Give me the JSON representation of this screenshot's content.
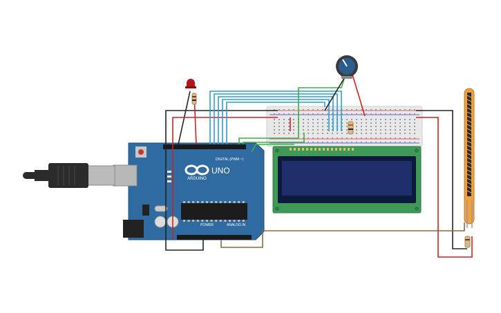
{
  "canvas": {
    "background": "#ffffff"
  },
  "arduino": {
    "model_label": "UNO",
    "brand_label": "ARDUINO",
    "digital_label": "DIGITAL (PWM ~)",
    "power_label": "POWER",
    "analog_label": "ANALOG IN",
    "board_color": "#2f6aa0",
    "header_color": "#1a1a1a"
  },
  "components": {
    "led": {
      "color": "#b3171b",
      "icon": "led-icon"
    },
    "potentiometer": {
      "color": "#2a5c8c",
      "icon": "potentiometer-icon"
    },
    "lcd": {
      "screen_color": "#1f2f6b",
      "pcb_color": "#3f9a57",
      "icon": "lcd-icon"
    },
    "flex_sensor": {
      "color": "#f0a040",
      "icon": "flex-sensor-icon"
    },
    "breadboard": {
      "color": "#e8e8e8",
      "icon": "breadboard-icon"
    },
    "usb_cable": {
      "color": "#2b2b2b",
      "icon": "usb-cable-icon"
    }
  },
  "wire_colors": {
    "black": "#222222",
    "red": "#d11f1f",
    "blue": "#2a9fd6",
    "green": "#3cb043",
    "brown": "#8a6a3b"
  }
}
